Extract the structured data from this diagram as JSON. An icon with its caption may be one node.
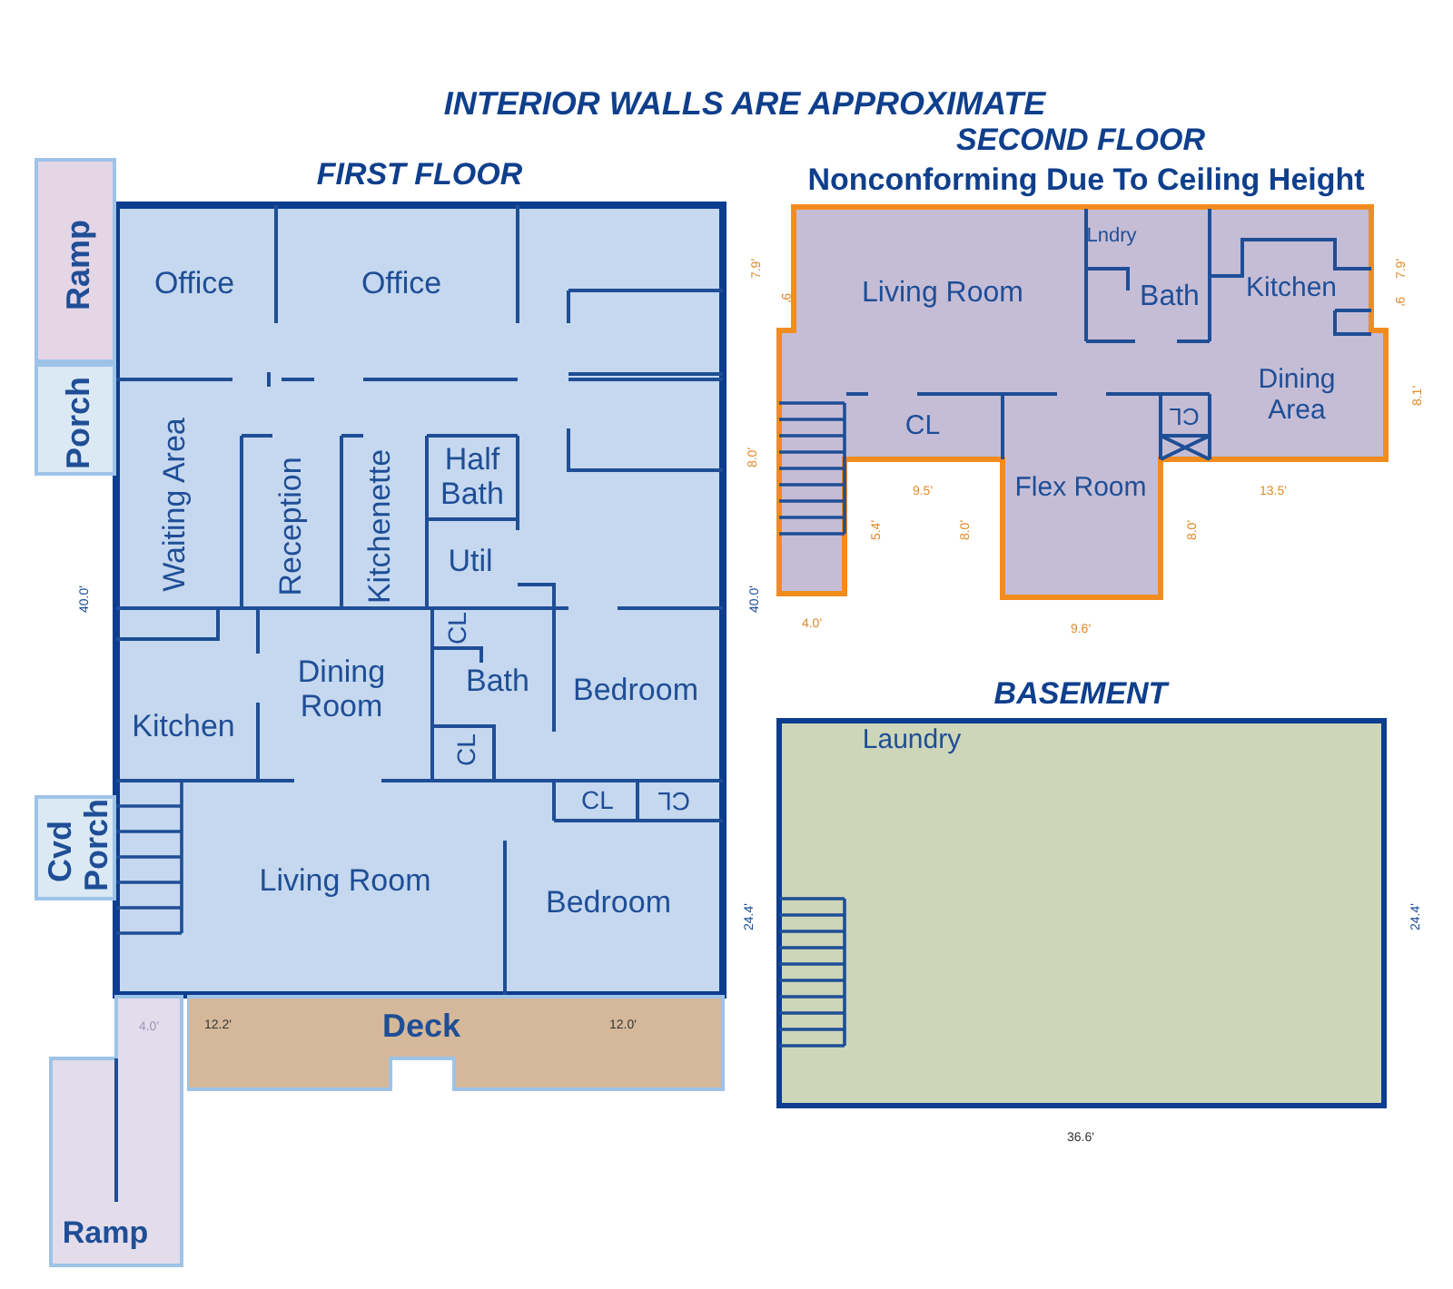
{
  "diagram": {
    "title": "INTERIOR WALLS ARE APPROXIMATE",
    "nodes": [
      {
        "text": [
          "FIRST FLOOR"
        ]
      },
      {
        "text": [
          "Office"
        ],
        "in": 0
      },
      {
        "text": [
          "Office"
        ],
        "in": 0
      },
      {
        "text": [
          "Waiting Area"
        ],
        "in": 0
      },
      {
        "text": [
          "Reception"
        ],
        "in": 0
      },
      {
        "text": [
          "Kitchenette"
        ],
        "in": 0
      },
      {
        "text": [
          "Half Bath"
        ],
        "in": 0
      },
      {
        "text": [
          "Util"
        ],
        "in": 0
      },
      {
        "text": [
          "CL"
        ],
        "in": 0
      },
      {
        "text": [
          "Dining Room"
        ],
        "in": 0
      },
      {
        "text": [
          "Bath"
        ],
        "in": 0
      },
      {
        "text": [
          "Bedroom"
        ],
        "in": 0
      },
      {
        "text": [
          "Kitchen"
        ],
        "in": 0
      },
      {
        "text": [
          "CL"
        ],
        "in": 0
      },
      {
        "text": [
          "CL"
        ],
        "in": 0
      },
      {
        "text": [
          "CL"
        ],
        "in": 0
      },
      {
        "text": [
          "Living Room"
        ],
        "in": 0
      },
      {
        "text": [
          "Bedroom"
        ],
        "in": 0
      },
      {
        "text": [
          "Ramp"
        ]
      },
      {
        "text": [
          "Porch"
        ]
      },
      {
        "text": [
          "Cvd Porch"
        ]
      },
      {
        "text": [
          "Deck"
        ]
      },
      {
        "text": [
          "Ramp"
        ]
      },
      {
        "text": [
          "SECOND FLOOR",
          "Nonconforming Due To Ceiling Height"
        ]
      },
      {
        "text": [
          "Lndry"
        ],
        "in": 23
      },
      {
        "text": [
          "Living Room"
        ],
        "in": 23
      },
      {
        "text": [
          "Bath"
        ],
        "in": 23
      },
      {
        "text": [
          "Kitchen"
        ],
        "in": 23
      },
      {
        "text": [
          "Dining Area"
        ],
        "in": 23
      },
      {
        "text": [
          "CL"
        ],
        "in": 23
      },
      {
        "text": [
          "CL"
        ],
        "in": 23
      },
      {
        "text": [
          "Flex Room"
        ],
        "in": 23
      },
      {
        "text": [
          "BASEMENT"
        ]
      },
      {
        "text": [
          "Laundry"
        ],
        "in": 32
      }
    ],
    "edges": [],
    "labels": [
      "7.9'",
      "7.9'",
      "9'",
      "9'",
      "8.1'",
      "8.0'",
      "40.0'",
      "40.0'",
      "9.5'",
      "13.5'",
      "5.4'",
      "8.0'",
      "8.0'",
      "4.0'",
      "9.6'",
      "24.4'",
      "24.4'",
      "4.0'",
      "12.2'",
      "12.0'",
      "36.6'"
    ]
  }
}
